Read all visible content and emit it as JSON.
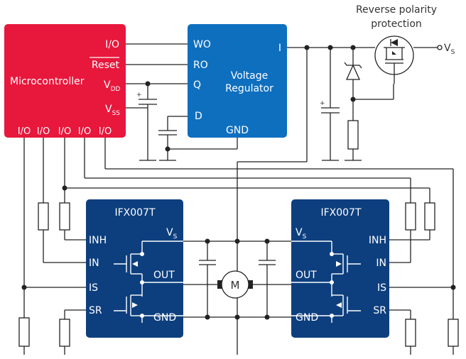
{
  "microcontroller": {
    "title": "Microcontroller",
    "pin_io": "I/O",
    "pin_reset": "Reset",
    "pin_vdd_main": "V",
    "pin_vdd_sub": "DD",
    "pin_vss_main": "V",
    "pin_vss_sub": "SS",
    "bottom_pins": [
      "I/O",
      "I/O",
      "I/O",
      "I/O",
      "I/O"
    ],
    "color": "#e8173c"
  },
  "regulator": {
    "title_line1": "Voltage",
    "title_line2": "Regulator",
    "pin_wo": "WO",
    "pin_ro": "RO",
    "pin_q": "Q",
    "pin_d": "D",
    "pin_gnd": "GND",
    "pin_i": "I",
    "color": "#0e6fbf"
  },
  "protection": {
    "label_line1": "Reverse polarity",
    "label_line2": "protection",
    "supply_main": "V",
    "supply_sub": "S"
  },
  "driver_left": {
    "title": "IFX007T",
    "supply_main": "V",
    "supply_sub": "S",
    "pin_inh": "INH",
    "pin_in": "IN",
    "pin_is": "IS",
    "pin_sr": "SR",
    "pin_out": "OUT",
    "pin_gnd": "GND"
  },
  "driver_right": {
    "title": "IFX007T",
    "supply_main": "V",
    "supply_sub": "S",
    "pin_inh": "INH",
    "pin_in": "IN",
    "pin_is": "IS",
    "pin_sr": "SR",
    "pin_out": "OUT",
    "pin_gnd": "GND"
  },
  "motor": {
    "label": "M"
  },
  "colors": {
    "driver": "#0d3f7e",
    "wire": "#222222"
  }
}
